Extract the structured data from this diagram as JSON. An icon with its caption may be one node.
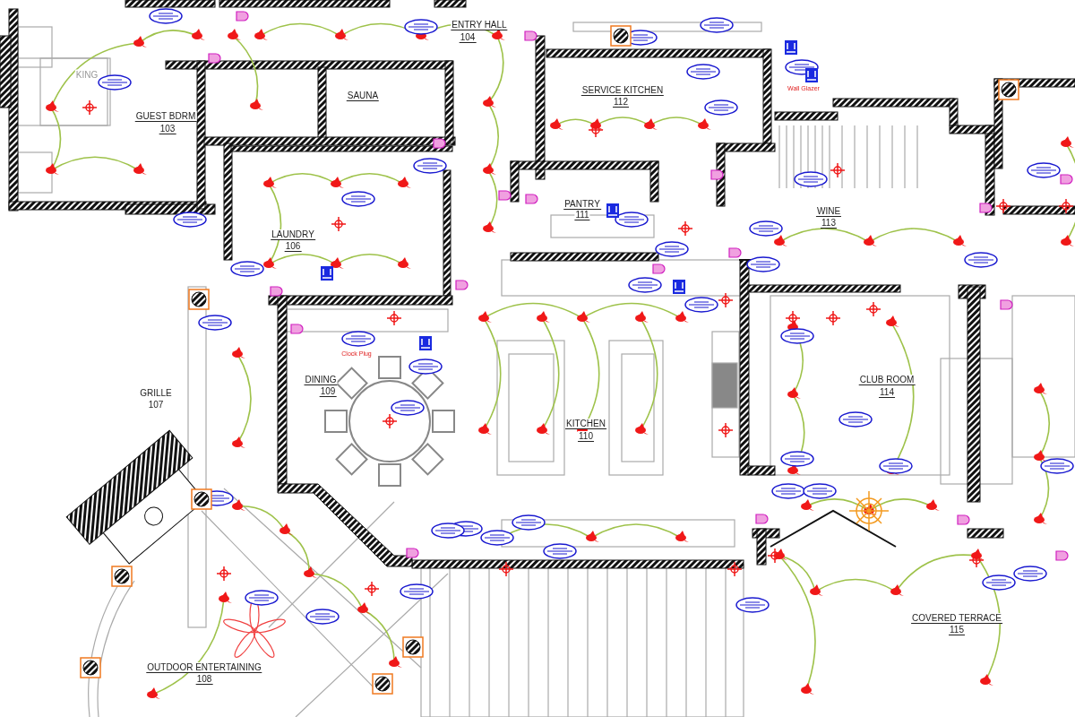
{
  "diagram": {
    "labels": [
      "ENTRY HALL",
      "104",
      "KING",
      "GUEST BDRM",
      "103",
      "SAUNA",
      "SERVICE KITCHEN",
      "112",
      "Wall Glazer",
      "PANTRY",
      "111",
      "WINE",
      "113",
      "LAUNDRY",
      "106",
      "Clock Plug",
      "DINING",
      "109",
      "GRILLE",
      "107",
      "CLUB ROOM",
      "114",
      "KITCHEN",
      "110",
      "COVERED TERRACE",
      "115",
      "OUTDOOR ENTERTAINING",
      "108"
    ]
  }
}
